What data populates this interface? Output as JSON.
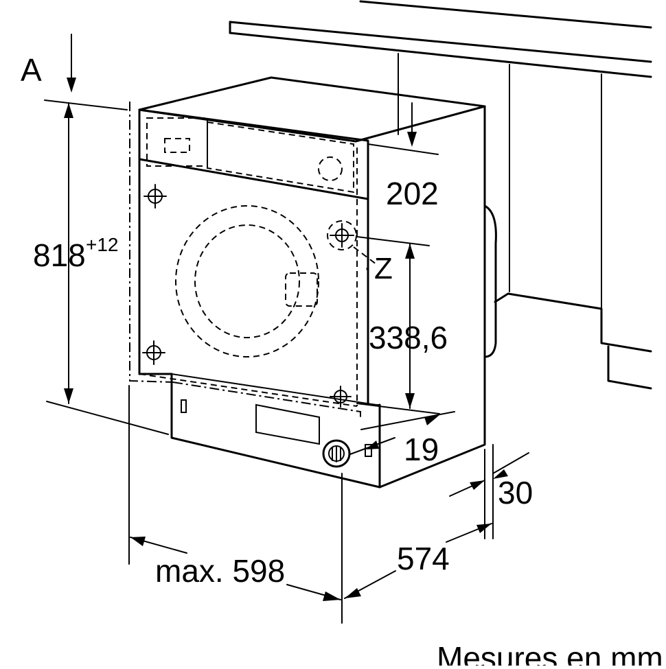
{
  "labels": {
    "recess_marker": "A",
    "height": "818",
    "height_tolerance": "+12",
    "top_offset": "202",
    "hinge_point": "Z",
    "hinge_height": "338,6",
    "door_projection": "19",
    "rear_gap": "30",
    "niche_width": "max. 598",
    "depth": "574",
    "units_note": "Mesures en mm"
  },
  "colors": {
    "line": "#000000",
    "background": "#ffffff"
  }
}
